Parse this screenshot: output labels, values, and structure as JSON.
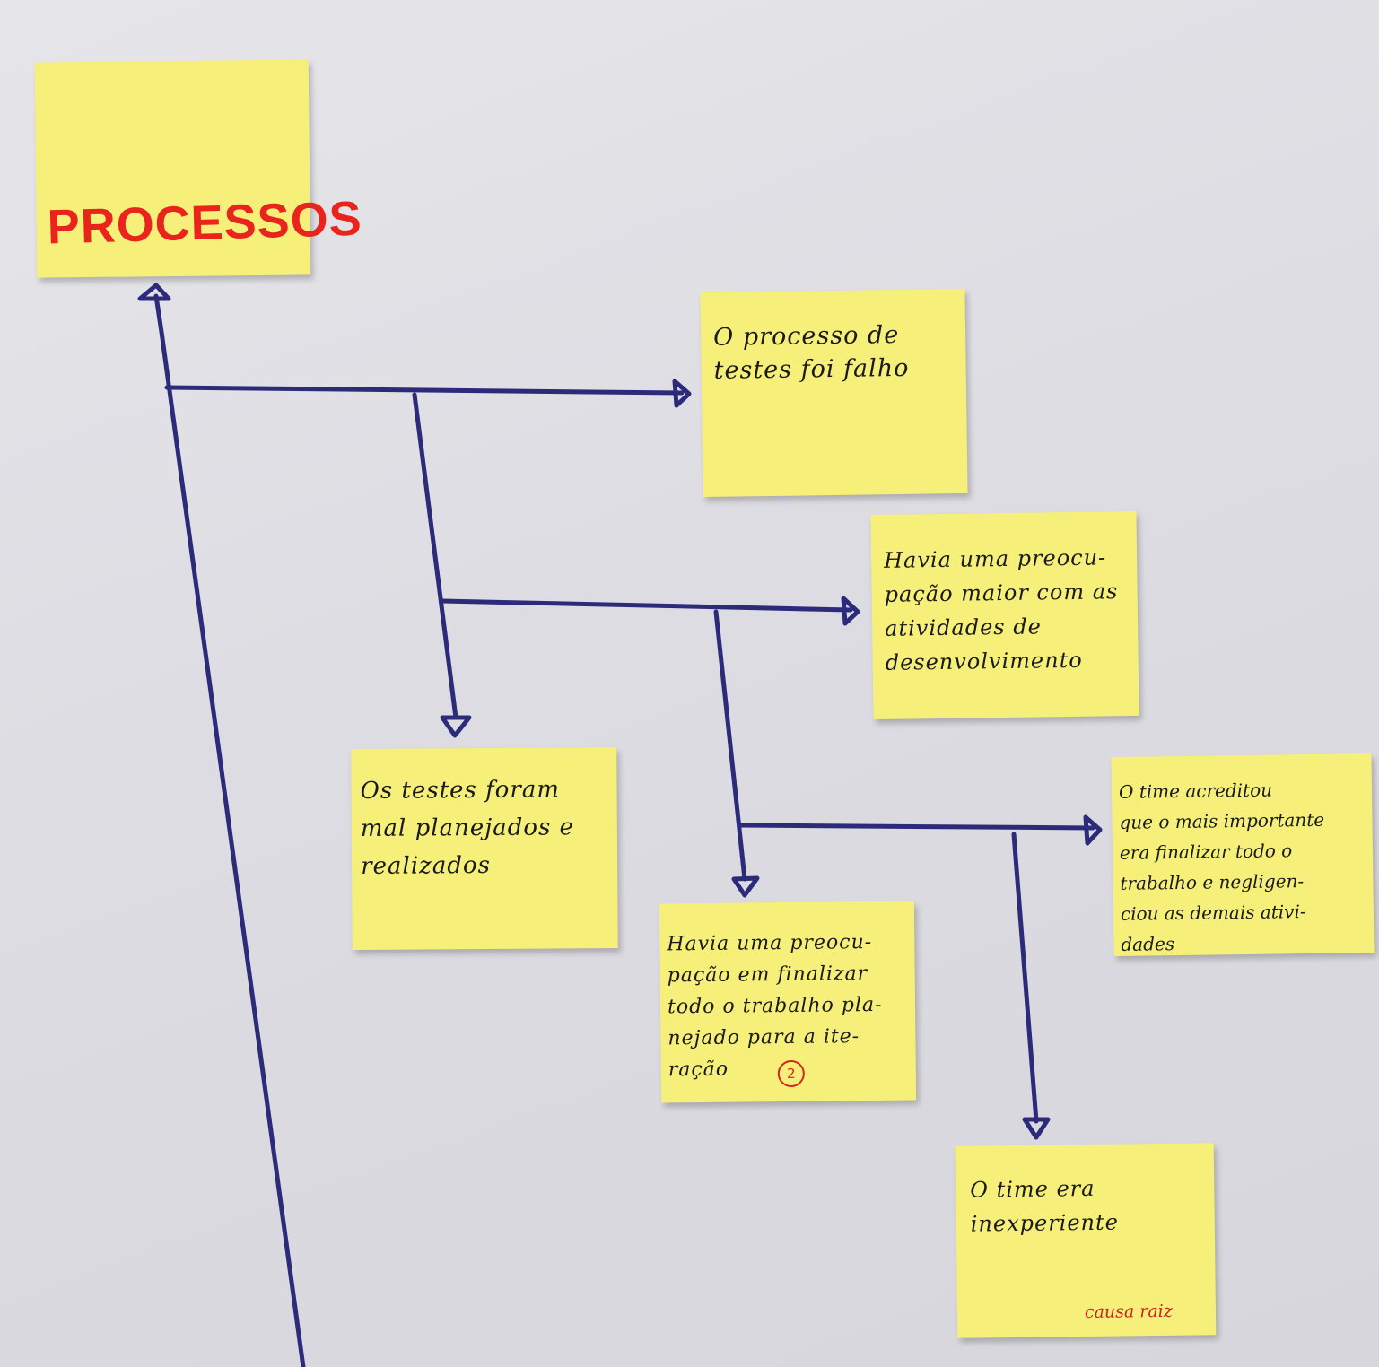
{
  "title_note": {
    "label": "PROCESSOS"
  },
  "notes": {
    "testes_falho": {
      "text": "O processo de\ntestes foi falho"
    },
    "preocupacao_desenvolvimento": {
      "text": "Havia uma preocu-\npação maior com as\natividades de\ndesenvolvimento"
    },
    "testes_mal_planejados": {
      "text": "Os testes foram\nmal planejados e\nrealizados"
    },
    "preocupacao_finalizar": {
      "text": "Havia uma preocu-\npação em finalizar\ntodo o trabalho pla-\nnejado para a ite-\nração",
      "marker": "2"
    },
    "time_acreditou": {
      "text": "O time acreditou\nque o mais importante\nera finalizar todo o\ntrabalho e negligen-\nciou as demais ativi-\ndades"
    },
    "time_inexperiente": {
      "text": "O time era\ninexperiente",
      "footer": "causa raiz"
    }
  },
  "colors": {
    "note": "#f6f07a",
    "ink": "#2b2b7a",
    "title": "#e8241c",
    "marker": "#d8261f"
  }
}
